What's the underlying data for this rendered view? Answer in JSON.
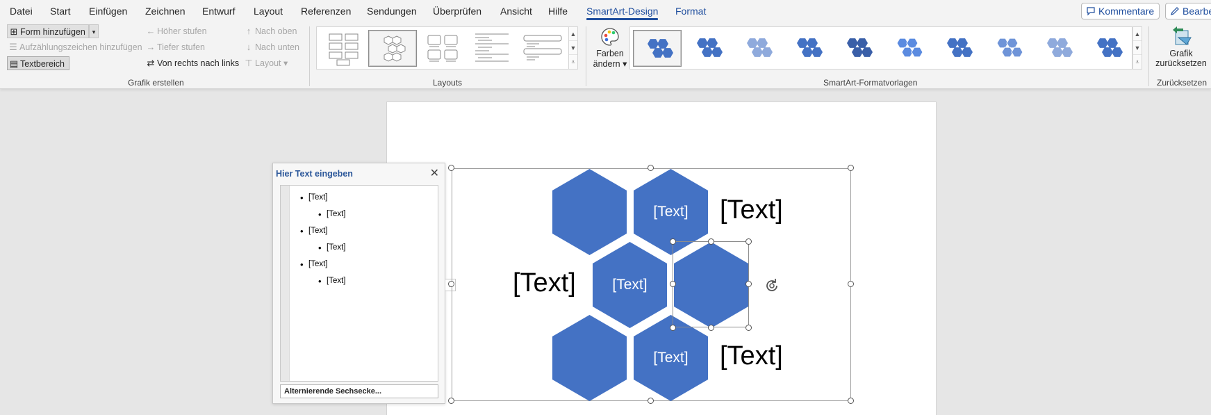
{
  "tabs": [
    "Datei",
    "Start",
    "Einfügen",
    "Zeichnen",
    "Entwurf",
    "Layout",
    "Referenzen",
    "Sendungen",
    "Überprüfen",
    "Ansicht",
    "Hilfe",
    "SmartArt-Design",
    "Format"
  ],
  "active_tab": "SmartArt-Design",
  "top_buttons": {
    "comments": "Kommentare",
    "edit": "Bearbei"
  },
  "ribbon": {
    "create": {
      "add_shape": "Form hinzufügen",
      "add_bullet": "Aufzählungszeichen hinzufügen",
      "text_pane": "Textbereich",
      "promote": "Höher stufen",
      "demote": "Tiefer stufen",
      "right_to_left": "Von rechts nach links",
      "move_up": "Nach oben",
      "move_down": "Nach unten",
      "layout": "Layout",
      "group_label": "Grafik erstellen"
    },
    "layouts": {
      "group_label": "Layouts"
    },
    "styles": {
      "change_colors_line1": "Farben",
      "change_colors_line2": "ändern",
      "group_label": "SmartArt-Formatvorlagen"
    },
    "reset": {
      "reset_line1": "Grafik",
      "reset_line2": "zurücksetzen",
      "group_label": "Zurücksetzen"
    }
  },
  "text_pane": {
    "title": "Hier Text eingeben",
    "items": [
      {
        "level": 1,
        "text": "[Text]"
      },
      {
        "level": 2,
        "text": "[Text]"
      },
      {
        "level": 1,
        "text": "[Text]"
      },
      {
        "level": 2,
        "text": "[Text]"
      },
      {
        "level": 1,
        "text": "[Text]"
      },
      {
        "level": 2,
        "text": "[Text]"
      }
    ],
    "footer": "Alternierende Sechsecke..."
  },
  "smartart": {
    "color": "#4472c4",
    "hex_texts": [
      "[Text]",
      "[Text]",
      "[Text]"
    ],
    "outer_texts": [
      "[Text]",
      "[Text]",
      "[Text]"
    ]
  }
}
